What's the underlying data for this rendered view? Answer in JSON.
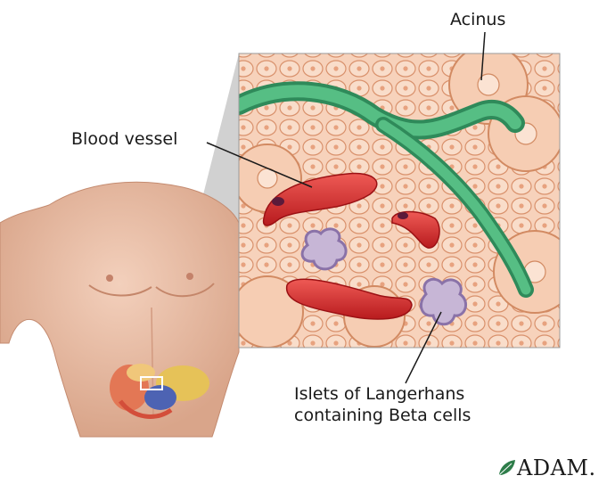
{
  "labels": {
    "acinus": "Acinus",
    "blood_vessel": "Blood vessel",
    "islets_line1": "Islets of Langerhans",
    "islets_line2": "containing Beta cells"
  },
  "logo": {
    "text": "ADAM.",
    "icon": "adam-leaf-icon"
  },
  "colors": {
    "tissue": "#f6cbb0",
    "cell_border": "#d98c64",
    "duct": "#3ea26d",
    "blood": "#d42a2a",
    "islet": "#9d8ab6",
    "skin": "#e9bfa7"
  }
}
